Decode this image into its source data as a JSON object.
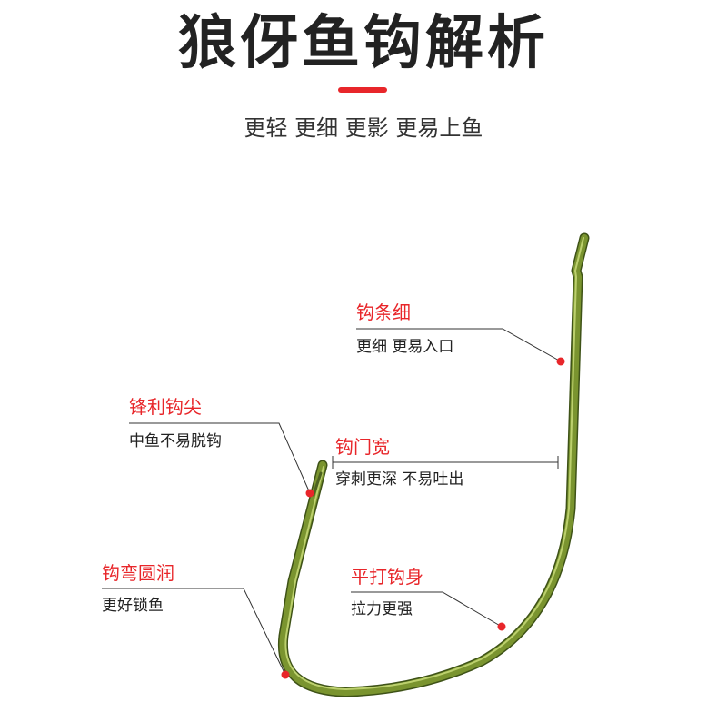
{
  "header": {
    "title": "狼伢鱼钩解析",
    "subtitle": "更轻 更细 更影 更易上鱼",
    "accent_color": "#e8262a"
  },
  "hook": {
    "color": "#6f8a2e",
    "highlight_color": "#b7cb6a"
  },
  "callouts": {
    "thin_shank": {
      "title": "钩条细",
      "desc": "更细 更易入口"
    },
    "sharp_point": {
      "title": "锋利钩尖",
      "desc": "中鱼不易脱钩"
    },
    "wide_gap": {
      "title": "钩门宽",
      "desc": "穿刺更深 不易吐出"
    },
    "round_bend": {
      "title": "钩弯圆润",
      "desc": "更好锁鱼"
    },
    "flat_body": {
      "title": "平打钩身",
      "desc": "拉力更强"
    }
  }
}
